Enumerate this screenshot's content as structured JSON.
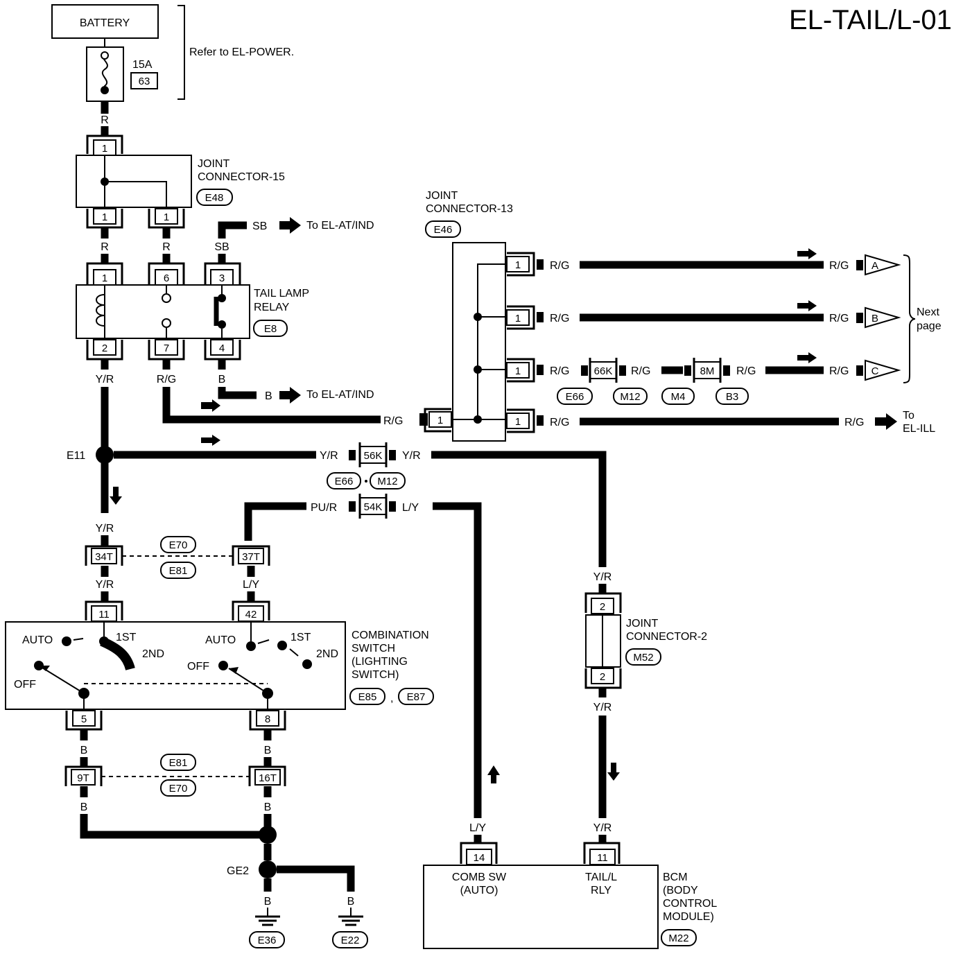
{
  "title": "EL-TAIL/L-01",
  "power": {
    "battery": "BATTERY",
    "fuse_amp": "15A",
    "fuse_no": "63",
    "refer": "Refer to EL-POWER."
  },
  "joint15": {
    "name": "JOINT CONNECTOR-15",
    "line1": "JOINT",
    "line2": "CONNECTOR-15",
    "code": "E48",
    "pin_in": "1",
    "pin_out1": "1",
    "pin_out2": "1"
  },
  "relay": {
    "line1": "TAIL LAMP",
    "line2": "RELAY",
    "code": "E8",
    "pins": [
      "1",
      "6",
      "3",
      "2",
      "7",
      "4"
    ]
  },
  "joint13": {
    "line1": "JOINT",
    "line2": "CONNECTOR-13",
    "code": "E46",
    "pin_in": "1",
    "pins_out": [
      "1",
      "1",
      "1",
      "1"
    ]
  },
  "joint2": {
    "line1": "JOINT",
    "line2": "CONNECTOR-2",
    "code": "M52",
    "pin_top": "2",
    "pin_bot": "2"
  },
  "switch": {
    "line1": "COMBINATION",
    "line2": "SWITCH",
    "line3": "(LIGHTING",
    "line4": " SWITCH)",
    "code1": "E85",
    "code2": "E87",
    "sep": ",",
    "auto": "AUTO",
    "first": "1ST",
    "second": "2ND",
    "off": "OFF",
    "pins": [
      "11",
      "42",
      "5",
      "8"
    ]
  },
  "bcm": {
    "line1": "BCM",
    "line2": "(BODY",
    "line3": " CONTROL",
    "line4": " MODULE)",
    "code": "M22",
    "pin_comb": "14",
    "comb_l1": "COMB SW",
    "comb_l2": "(AUTO)",
    "pin_tail": "11",
    "tail_l1": "TAIL/L",
    "tail_l2": "RLY"
  },
  "wires": {
    "r": "R",
    "sb": "SB",
    "yr": "Y/R",
    "rg": "R/G",
    "b": "B",
    "pur": "PU/R",
    "ly": "L/Y"
  },
  "destinations": {
    "to_atind": "To EL-AT/IND",
    "to": "To",
    "el_ill": "EL-ILL",
    "next1": "Next",
    "next2": "page",
    "a": "A",
    "b": "B",
    "c": "C"
  },
  "inline_connectors": [
    "66K",
    "8M",
    "56K",
    "54K",
    "34T",
    "37T",
    "9T",
    "16T"
  ],
  "connector_codes": [
    "E66",
    "M12",
    "M4",
    "B3",
    "E66",
    "M12",
    "E70",
    "E81",
    "E81",
    "E70"
  ],
  "splices": {
    "e11": "E11",
    "ge2": "GE2"
  },
  "grounds": [
    "E36",
    "E22"
  ]
}
